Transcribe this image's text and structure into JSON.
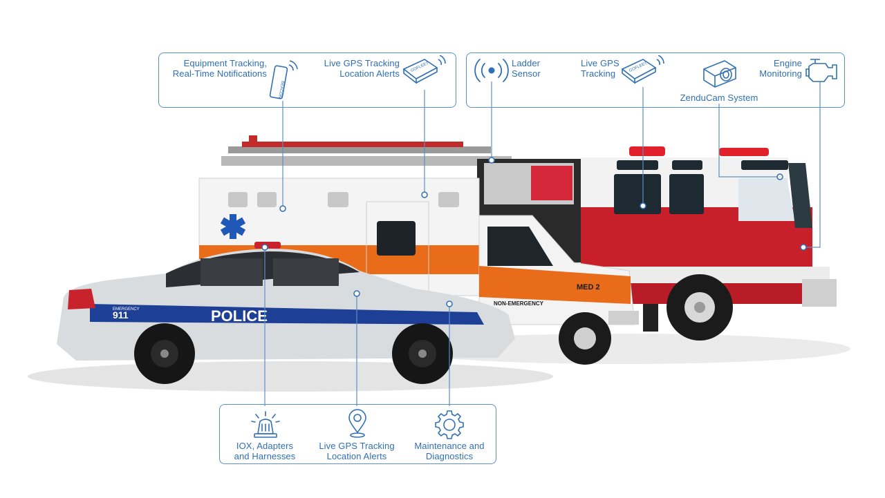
{
  "callouts": {
    "ambulance": {
      "equipment_tracking": "Equipment Tracking,\nReal-Time Notifications",
      "live_gps": "Live GPS Tracking\nLocation Alerts"
    },
    "firetruck": {
      "ladder_sensor": "Ladder\nSensor",
      "live_gps": "Live GPS\nTracking",
      "zenducam": "ZenduCam System",
      "engine_monitoring": "Engine\nMonitoring"
    },
    "police": {
      "iox": "IOX, Adapters\nand Harnesses",
      "live_gps": "Live GPS Tracking\nLocation Alerts",
      "maintenance": "Maintenance and\nDiagnostics"
    }
  },
  "device_labels": {
    "beacon": "BEACON",
    "gofleet": "GOFLEET"
  },
  "vehicles": {
    "police_text": "POLICE",
    "police_number": "911",
    "police_emergency": "EMERGENCY",
    "ambulance_med": "MED 2",
    "ambulance_non_emergency": "NON-EMERGENCY"
  },
  "colors": {
    "accent": "#2f6fb5",
    "box_border": "#5b8fc9",
    "fire_red": "#c8202a",
    "ambulance_orange": "#e86c1a",
    "police_blue": "#1d3f95"
  }
}
